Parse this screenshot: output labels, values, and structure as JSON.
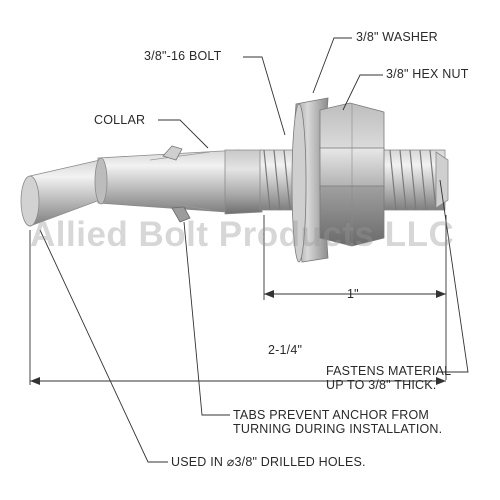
{
  "labels": {
    "washer": "3/8\" WASHER",
    "bolt": "3/8\"-16 BOLT",
    "hex_nut": "3/8\" HEX NUT",
    "collar": "COLLAR",
    "dim_thread": "1\"",
    "dim_overall": "2-1/4\"",
    "fastens_line1": "FASTENS MATERIAL",
    "fastens_line2": "UP TO 3/8\" THICK.",
    "tabs_line1": "TABS PREVENT ANCHOR FROM",
    "tabs_line2": "TURNING DURING INSTALLATION.",
    "used_in": "USED IN ⌀3/8\" DRILLED HOLES."
  },
  "watermark": "Allied Bolt Products LLC",
  "colors": {
    "steel_light": "#e6e6e6",
    "steel_mid": "#b4b4b4",
    "steel_dark": "#7a7a7a",
    "leader_line": "#333333",
    "text": "#2a2a2a",
    "watermark": "#969696"
  }
}
